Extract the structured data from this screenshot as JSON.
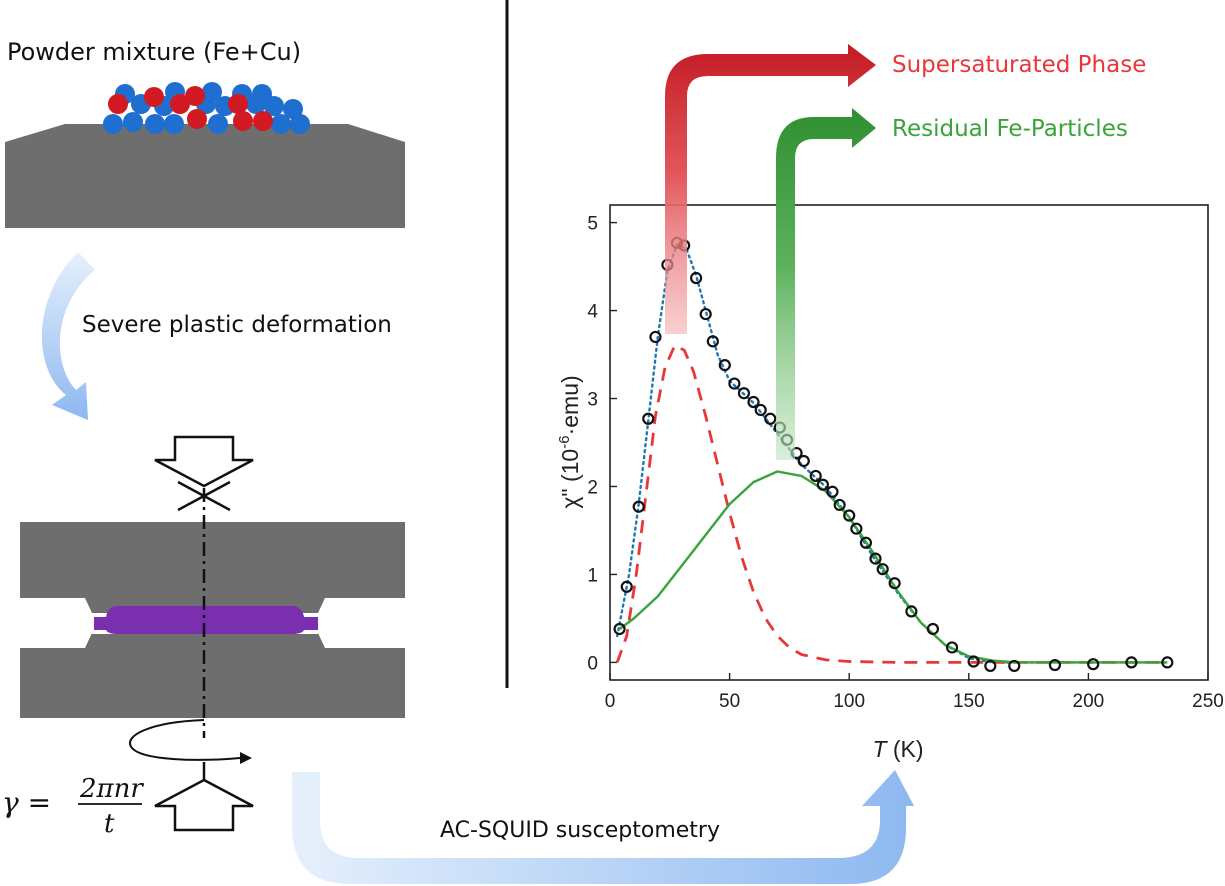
{
  "captions": {
    "powder": "Powder mixture (Fe+Cu)",
    "spd": "Severe plastic deformation",
    "squid": "AC-SQUID susceptometry",
    "supersaturated": "Supersaturated Phase",
    "residual": "Residual Fe-Particles"
  },
  "formula": {
    "lhs": "γ =",
    "numerator": "2πnr",
    "denominator": "t"
  },
  "colors": {
    "fe_particle": "#1f6fd0",
    "cu_particle": "#d21a22",
    "anvil": "#6e6e6e",
    "sample_disk": "#7a2fb0",
    "supersaturated": "#e8373a",
    "residual": "#3aa33a",
    "fit_total": "#1f77b4",
    "flow_arrow": "#8db8f0"
  },
  "chart_data": {
    "type": "scatter",
    "title": "",
    "xlabel_var": "T",
    "xlabel_unit": " (K)",
    "ylabel_sym": "χ\" (10",
    "ylabel_exp": "-6",
    "ylabel_rest": "·emu)",
    "xlim": [
      0,
      250
    ],
    "ylim": [
      -0.2,
      5.2
    ],
    "xticks": [
      0,
      50,
      100,
      150,
      200,
      250
    ],
    "yticks": [
      0,
      1,
      2,
      3,
      4,
      5
    ],
    "grid": false,
    "series": [
      {
        "style": "markers",
        "points": [
          [
            4,
            0.38
          ],
          [
            7,
            0.86
          ],
          [
            12,
            1.77
          ],
          [
            16,
            2.77
          ],
          [
            19,
            3.7
          ],
          [
            24,
            4.52
          ],
          [
            28,
            4.77
          ],
          [
            31,
            4.74
          ],
          [
            36,
            4.37
          ],
          [
            40,
            3.96
          ],
          [
            43,
            3.65
          ],
          [
            48,
            3.38
          ],
          [
            52,
            3.17
          ],
          [
            56,
            3.06
          ],
          [
            60,
            2.96
          ],
          [
            63,
            2.87
          ],
          [
            67,
            2.77
          ],
          [
            71,
            2.67
          ],
          [
            74,
            2.53
          ],
          [
            78,
            2.38
          ],
          [
            81,
            2.29
          ],
          [
            86,
            2.12
          ],
          [
            89,
            2.02
          ],
          [
            93,
            1.94
          ],
          [
            96,
            1.79
          ],
          [
            100,
            1.67
          ],
          [
            103,
            1.52
          ],
          [
            107,
            1.36
          ],
          [
            111,
            1.18
          ],
          [
            114,
            1.06
          ],
          [
            119,
            0.9
          ],
          [
            126,
            0.58
          ],
          [
            135,
            0.38
          ],
          [
            143,
            0.17
          ],
          [
            152,
            0.01
          ],
          [
            159,
            -0.04
          ],
          [
            169,
            -0.04
          ],
          [
            186,
            -0.03
          ],
          [
            202,
            -0.02
          ],
          [
            218,
            0.0
          ],
          [
            233,
            0.0
          ]
        ]
      },
      {
        "style": "dotted",
        "color": "#1f77b4",
        "points": [
          [
            3,
            0.3
          ],
          [
            8,
            1.0
          ],
          [
            12,
            1.8
          ],
          [
            16,
            2.75
          ],
          [
            20,
            3.7
          ],
          [
            24,
            4.45
          ],
          [
            28,
            4.75
          ],
          [
            32,
            4.7
          ],
          [
            36,
            4.4
          ],
          [
            40,
            4.0
          ],
          [
            45,
            3.5
          ],
          [
            50,
            3.2
          ],
          [
            60,
            2.95
          ],
          [
            70,
            2.6
          ],
          [
            80,
            2.25
          ],
          [
            90,
            2.0
          ],
          [
            100,
            1.65
          ],
          [
            110,
            1.2
          ],
          [
            120,
            0.8
          ],
          [
            130,
            0.45
          ],
          [
            140,
            0.2
          ],
          [
            150,
            0.05
          ],
          [
            160,
            0.0
          ],
          [
            233,
            0.0
          ]
        ]
      },
      {
        "style": "dashed",
        "color": "#e8373a",
        "points": [
          [
            3,
            0.0
          ],
          [
            7,
            0.3
          ],
          [
            11,
            1.0
          ],
          [
            15,
            1.9
          ],
          [
            19,
            2.8
          ],
          [
            23,
            3.35
          ],
          [
            27,
            3.6
          ],
          [
            31,
            3.55
          ],
          [
            35,
            3.3
          ],
          [
            40,
            2.8
          ],
          [
            45,
            2.25
          ],
          [
            50,
            1.7
          ],
          [
            55,
            1.2
          ],
          [
            60,
            0.8
          ],
          [
            65,
            0.5
          ],
          [
            70,
            0.3
          ],
          [
            75,
            0.17
          ],
          [
            80,
            0.09
          ],
          [
            90,
            0.03
          ],
          [
            100,
            0.01
          ],
          [
            120,
            0.0
          ],
          [
            233,
            0.0
          ]
        ]
      },
      {
        "style": "solid",
        "color": "#3aa33a",
        "points": [
          [
            4,
            0.38
          ],
          [
            10,
            0.5
          ],
          [
            20,
            0.75
          ],
          [
            30,
            1.1
          ],
          [
            40,
            1.45
          ],
          [
            50,
            1.8
          ],
          [
            60,
            2.05
          ],
          [
            70,
            2.17
          ],
          [
            80,
            2.12
          ],
          [
            90,
            1.95
          ],
          [
            100,
            1.65
          ],
          [
            110,
            1.25
          ],
          [
            120,
            0.82
          ],
          [
            130,
            0.45
          ],
          [
            140,
            0.2
          ],
          [
            150,
            0.07
          ],
          [
            160,
            0.02
          ],
          [
            170,
            0.0
          ],
          [
            233,
            0.0
          ]
        ]
      }
    ],
    "arrows": [
      {
        "color": "#c41a24",
        "x_start": 27,
        "y_start": 3.7,
        "target": "supersaturated"
      },
      {
        "color": "#2f8f2f",
        "x_start": 73,
        "y_start": 2.3,
        "target": "residual"
      }
    ]
  }
}
